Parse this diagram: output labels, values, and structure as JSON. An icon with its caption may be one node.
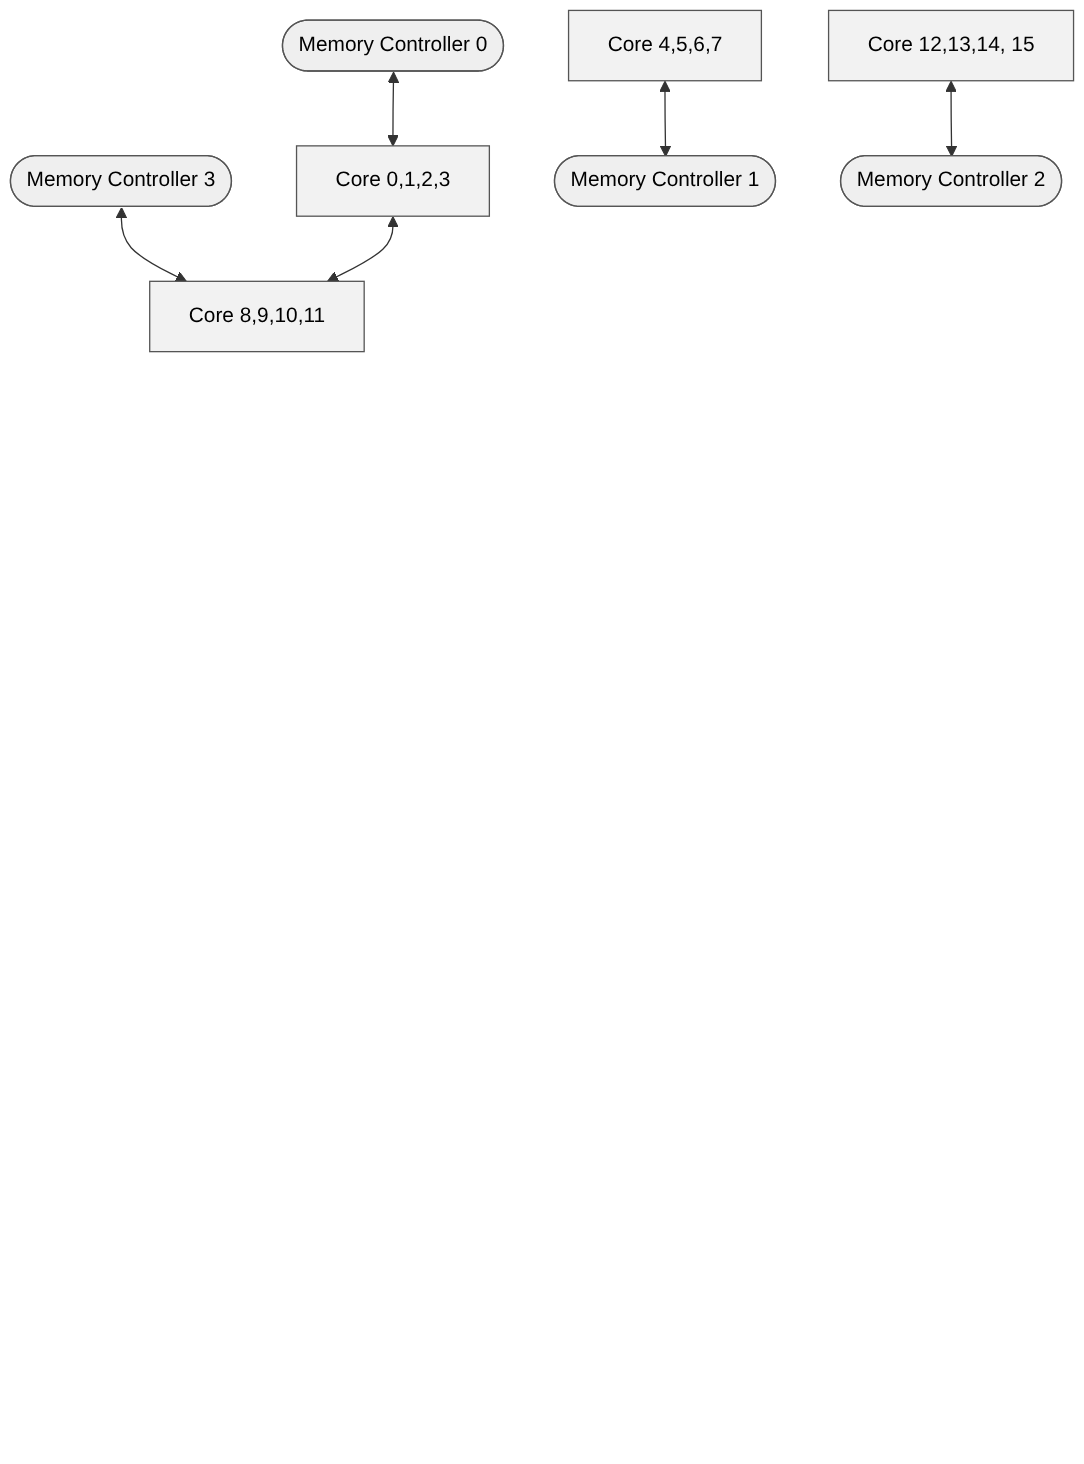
{
  "diagram": {
    "nodes": [
      {
        "text": [
          "Memory Controller 0"
        ]
      },
      {
        "text": [
          "Memory Controller 3"
        ]
      },
      {
        "text": [
          "Core 0,1,2,3"
        ]
      },
      {
        "text": [
          "Core 8,9,10,11"
        ]
      },
      {
        "text": [
          "Core 4,5,6,7"
        ]
      },
      {
        "text": [
          "Core 12,13,14, 15"
        ]
      },
      {
        "text": [
          "Memory Controller 1"
        ]
      },
      {
        "text": [
          "Memory Controller 2"
        ]
      }
    ],
    "edges": [
      {
        "from": 0,
        "to": 2,
        "arrow": "both"
      },
      {
        "from": 1,
        "to": 3,
        "arrow": "both"
      },
      {
        "from": 2,
        "to": 3,
        "arrow": "both"
      },
      {
        "from": 4,
        "to": 6,
        "arrow": "both"
      },
      {
        "from": 5,
        "to": 7,
        "arrow": "both"
      }
    ]
  }
}
